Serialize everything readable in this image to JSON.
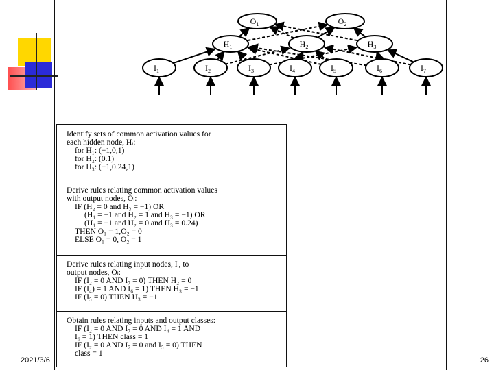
{
  "network": {
    "outputs": [
      "O",
      "O"
    ],
    "output_subs": [
      "1",
      "2"
    ],
    "hidden": [
      "H",
      "H",
      "H"
    ],
    "hidden_subs": [
      "1",
      "2",
      "3"
    ],
    "inputs": [
      "I",
      "I",
      "I",
      "I",
      "I",
      "I",
      "I"
    ],
    "input_subs": [
      "1",
      "2",
      "3",
      "4",
      "5",
      "6",
      "7"
    ]
  },
  "panel": {
    "section1": [
      "Identify sets of common activation values for",
      "each hidden node, Hᵢ:",
      "for H₁: (−1,0,1)",
      "for H₂: (0.1)",
      "for H₃: (−1,0.24,1)"
    ],
    "section2": [
      "Derive rules relating common activation values",
      "with output nodes, Oⱼ:",
      "IF (H₂ = 0 and H₃ = −1) OR",
      "(H₁ = −1 and H₂ = 1 and H₃ = −1) OR",
      "(H₁ = −1 and H₂ = 0 and H₃ = 0.24)",
      "THEN O₁ = 1,O₂ = 0",
      "ELSE O₁ = 0, O₂ = 1"
    ],
    "section3": [
      "Derive rules relating input nodes, Iᵢ, to",
      "output nodes, Oⱼ:",
      "IF (I₂ = 0 AND I₇ = 0) THEN H₂ = 0",
      "IF (I₄) = 1 AND I₆ = 1) THEN H₃ = −1",
      "IF (I₅ = 0) THEN H₃ = −1"
    ],
    "section4": [
      "Obtain rules relating inputs and output classes:",
      "IF (I₂ = 0 AND I₇ = 0 AND I₄ = 1 AND",
      "I₆ = 1) THEN class = 1",
      "IF (I₂ = 0 AND I₇ = 0 and I₅ = 0) THEN",
      "class = 1"
    ]
  },
  "footer": {
    "date": "2021/3/6",
    "page": "26"
  },
  "colors": {
    "yellow": "#ffd700",
    "blue": "#2b2bd8",
    "pink": "#ff3c3c"
  }
}
